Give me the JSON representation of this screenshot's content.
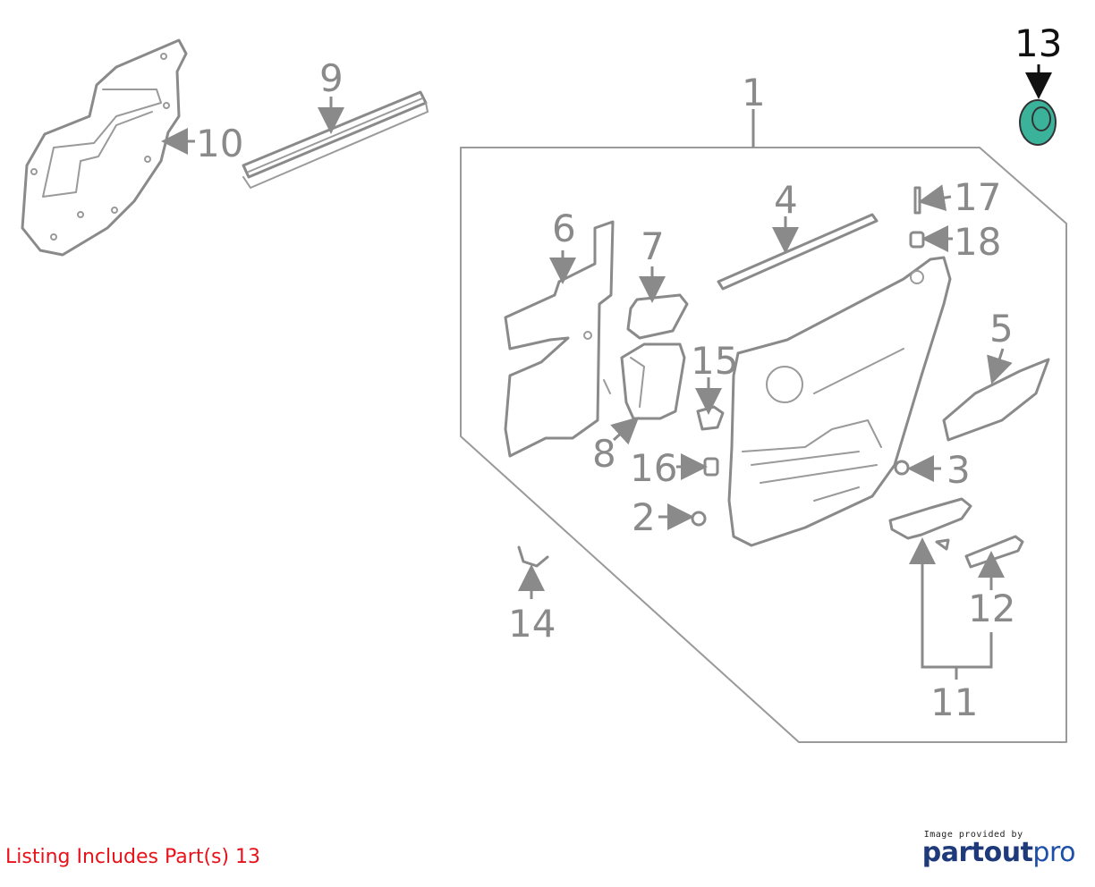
{
  "colors": {
    "part_line": "#8a8a8a",
    "highlight_fill": "#3bb39a",
    "highlight_text": "#111111",
    "note_text": "#e8121b"
  },
  "callouts": [
    {
      "id": "c1",
      "label": "1"
    },
    {
      "id": "c2",
      "label": "2"
    },
    {
      "id": "c3",
      "label": "3"
    },
    {
      "id": "c4",
      "label": "4"
    },
    {
      "id": "c5",
      "label": "5"
    },
    {
      "id": "c6",
      "label": "6"
    },
    {
      "id": "c7",
      "label": "7"
    },
    {
      "id": "c8",
      "label": "8"
    },
    {
      "id": "c9",
      "label": "9"
    },
    {
      "id": "c10",
      "label": "10"
    },
    {
      "id": "c11",
      "label": "11"
    },
    {
      "id": "c12",
      "label": "12"
    },
    {
      "id": "c13",
      "label": "13",
      "highlighted": true
    },
    {
      "id": "c14",
      "label": "14"
    },
    {
      "id": "c15",
      "label": "15"
    },
    {
      "id": "c16",
      "label": "16"
    },
    {
      "id": "c17",
      "label": "17"
    },
    {
      "id": "c18",
      "label": "18"
    }
  ],
  "listing_note": "Listing Includes Part(s) 13",
  "credit": {
    "caption": "Image provided by",
    "logo_part1": "partout",
    "logo_part2": "pro"
  }
}
